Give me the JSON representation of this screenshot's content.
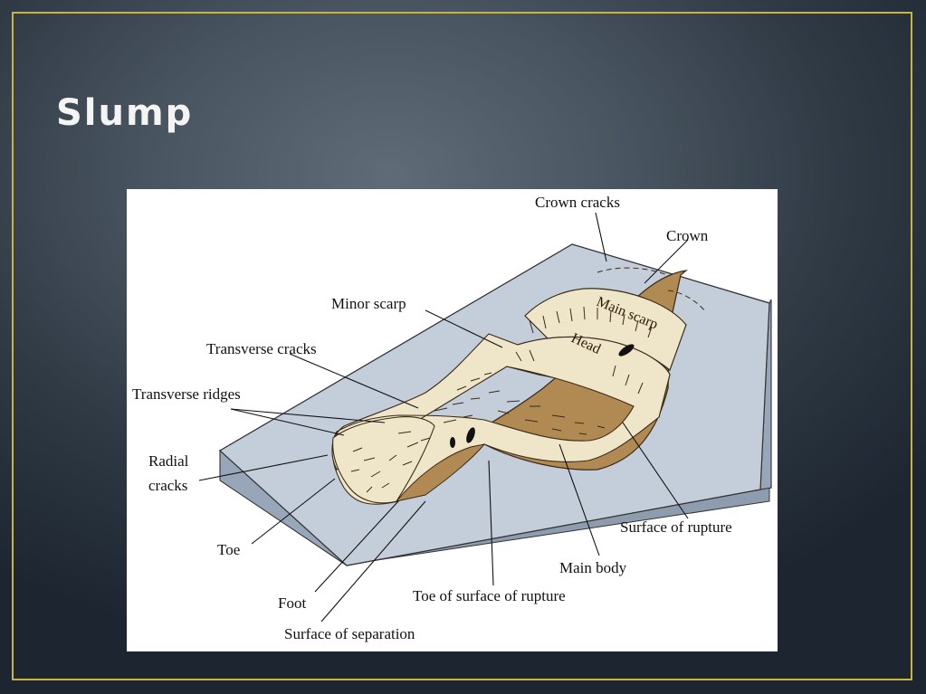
{
  "slide": {
    "title": "Slump"
  },
  "diagram": {
    "labels": {
      "crown_cracks": "Crown cracks",
      "crown": "Crown",
      "minor_scarp": "Minor scarp",
      "main_scarp": "Main scarp",
      "head": "Head",
      "transverse_cracks": "Transverse cracks",
      "transverse_ridges": "Transverse ridges",
      "radial_cracks_line1": "Radial",
      "radial_cracks_line2": "cracks",
      "toe": "Toe",
      "foot": "Foot",
      "surface_of_separation": "Surface of separation",
      "toe_of_surface_of_rupture": "Toe of surface of rupture",
      "main_body": "Main body",
      "surface_of_rupture": "Surface of rupture"
    },
    "colors": {
      "block_top": "#c4cedb",
      "block_side": "#8e9cb0",
      "rupture_surface": "#b08a52",
      "slump_body": "#efe6c9",
      "head_block": "#c49a5c"
    }
  }
}
